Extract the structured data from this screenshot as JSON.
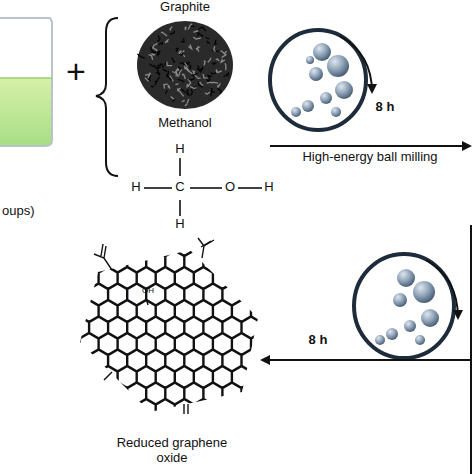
{
  "diagram": {
    "labels": [
      "oups)",
      "+",
      "Graphite",
      "Methanol",
      "H",
      "H",
      "C",
      "O",
      "H",
      "H",
      "8 h",
      "High-energy ball milling",
      "8 h",
      "Reduced graphene oxide",
      "OH"
    ]
  }
}
